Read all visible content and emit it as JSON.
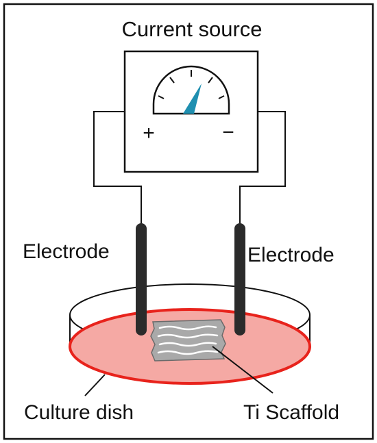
{
  "labels": {
    "current_source": "Current source",
    "plus": "+",
    "minus": "−",
    "electrode_left": "Electrode",
    "electrode_right": "Electrode",
    "culture_dish": "Culture dish",
    "ti_scaffold": "Ti Scaffold"
  },
  "colors": {
    "line": "#111111",
    "electrode": "#2b2b2b",
    "medium_fill": "#f5a9a4",
    "medium_stroke": "#e8231c",
    "needle": "#1f8fb0",
    "scaffold": "#a9a9a9"
  }
}
